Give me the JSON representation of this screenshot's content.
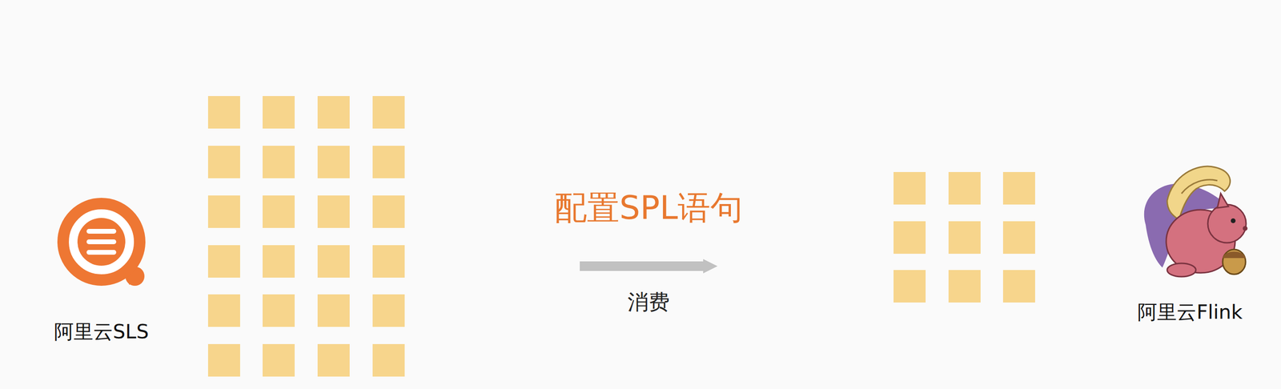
{
  "diagram": {
    "nodes": [
      {
        "text": [
          "阿里云SLS"
        ]
      },
      {
        "text": [
          "阿里云Flink"
        ]
      }
    ],
    "edges": [
      {
        "from": 0,
        "to": 1,
        "arrow": "to",
        "label": "消费"
      }
    ],
    "labels": [
      "配置SPL语句"
    ]
  }
}
